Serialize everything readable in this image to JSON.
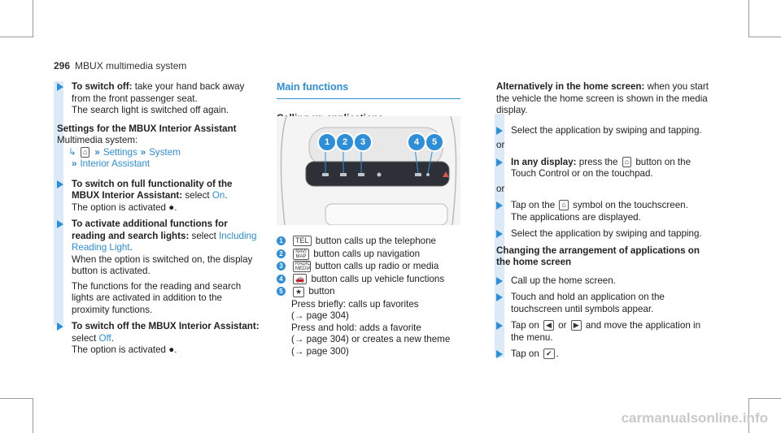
{
  "header": {
    "page_number": "296",
    "title": "MBUX multimedia system"
  },
  "left": {
    "item1": {
      "bold": "To switch off:",
      "text": " take your hand back away from the front passenger seat.",
      "line2": "The search light is switched off again."
    },
    "settings_heading": "Settings for the MBUX Interior Assistant",
    "settings_intro": "Multimedia system:",
    "path": {
      "home_icon": "⌂",
      "settings": "Settings",
      "system": "System",
      "interior": "Interior Assistant"
    },
    "item2": {
      "bold": "To switch on full functionality of the MBUX Interior Assistant:",
      "text_pre": " select ",
      "link": "On",
      "text_post": ".",
      "line2": "The option is activated ●."
    },
    "item3": {
      "bold": "To activate additional functions for reading and search lights:",
      "text_pre": " select ",
      "link": "Including Reading Light",
      "text_post": ".",
      "line2": "When the option is switched on, the display button is activated.",
      "line3": "The functions for the reading and search lights are activated in addition to the proximity functions."
    },
    "item4": {
      "bold": "To switch off the MBUX Interior Assistant:",
      "text_pre": " select ",
      "link": "Off",
      "text_post": ".",
      "line2": "The option is activated ●."
    }
  },
  "middle": {
    "section_title": "Main functions",
    "sub_title": "Calling up applications",
    "figure_badges": [
      "1",
      "2",
      "3",
      "4",
      "5"
    ],
    "legend": [
      {
        "num": "1",
        "key": "TEL",
        "text": "button calls up the telephone"
      },
      {
        "num": "2",
        "key": "NAVI MAP",
        "text": "button calls up navigation"
      },
      {
        "num": "3",
        "key": "RADIO MEDIA",
        "text": "button calls up radio or media"
      },
      {
        "num": "4",
        "key": "🚗",
        "text": "button calls up vehicle functions"
      },
      {
        "num": "5",
        "key": "★",
        "text": "button"
      }
    ],
    "legend5_lines": [
      "Press briefly: calls up favorites",
      "(→ page 304)",
      "Press and hold: adds a favorite",
      "(→ page 304) or creates a new theme",
      "(→ page 300)"
    ]
  },
  "right": {
    "alt_bold": "Alternatively in the home screen:",
    "alt_text": " when you start the vehicle the home screen is shown in the media display.",
    "i1": "Select the application by swiping and tapping.",
    "or1": "or",
    "i2_bold": "In any display:",
    "i2_pre": " press the ",
    "i2_icon": "⌂",
    "i2_post": " button on the Touch Control or on the touchpad.",
    "or2": "or",
    "i3_pre": "Tap on the ",
    "i3_icon": "⌂",
    "i3_post": " symbol on the touchscreen.",
    "i3_line2": "The applications are displayed.",
    "i4": "Select the application by swiping and tapping.",
    "change_heading": "Changing the arrangement of applications on the home screen",
    "c1": "Call up the home screen.",
    "c2": "Touch and hold an application on the touchscreen until symbols appear.",
    "c3_pre": "Tap on ",
    "c3_icon1": "◀",
    "c3_mid": " or ",
    "c3_icon2": "▶",
    "c3_post": " and move the application in the menu.",
    "c4_pre": "Tap on ",
    "c4_icon": "✔",
    "c4_post": "."
  },
  "watermark": "carmanualsonline.info"
}
